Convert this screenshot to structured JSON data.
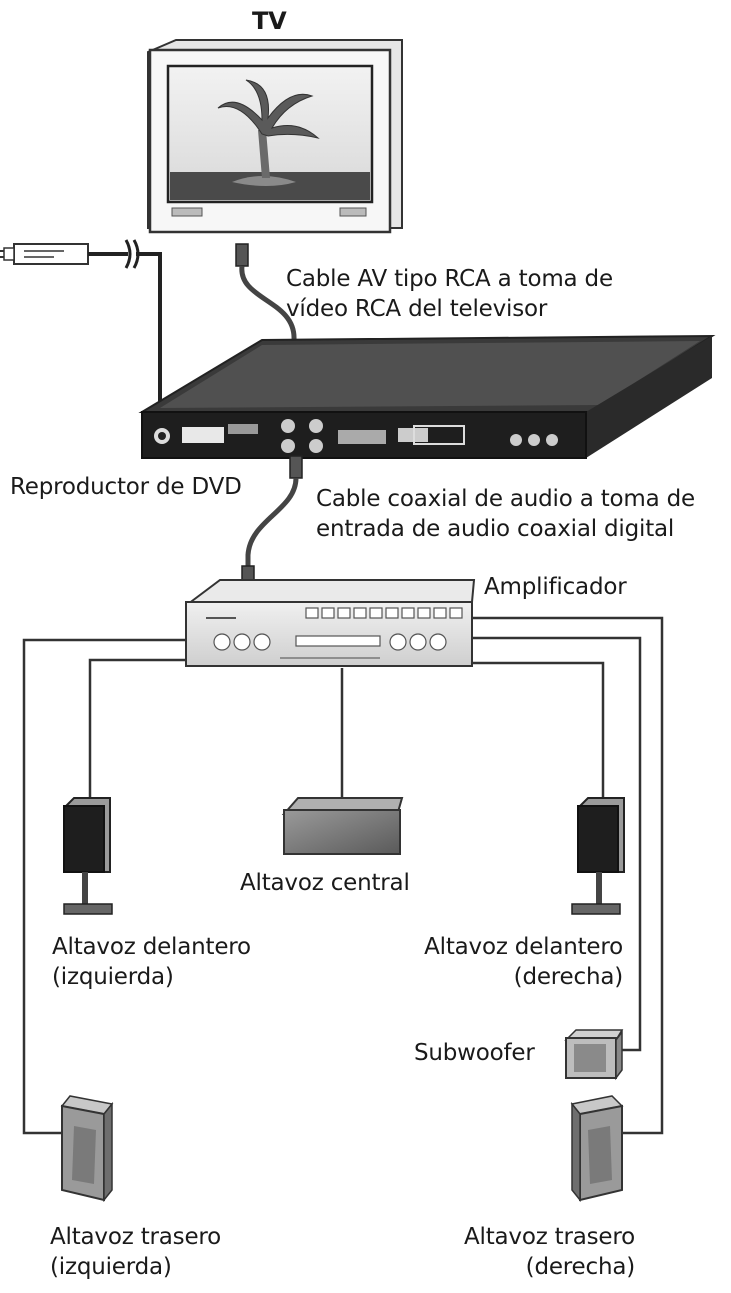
{
  "labels": {
    "tv": "TV",
    "av_cable": "Cable AV tipo RCA a toma de\nvídeo RCA del televisor",
    "dvd_player": "Reproductor de DVD",
    "coax_cable": "Cable coaxial de audio a toma de\nentrada de audio coaxial digital",
    "amplifier": "Amplificador",
    "center_speaker": "Altavoz central",
    "front_left": "Altavoz delantero\n(izquierda)",
    "front_right": "Altavoz delantero\n(derecha)",
    "subwoofer": "Subwoofer",
    "rear_left": "Altavoz trasero\n(izquierda)",
    "rear_right": "Altavoz trasero\n(derecha)"
  }
}
